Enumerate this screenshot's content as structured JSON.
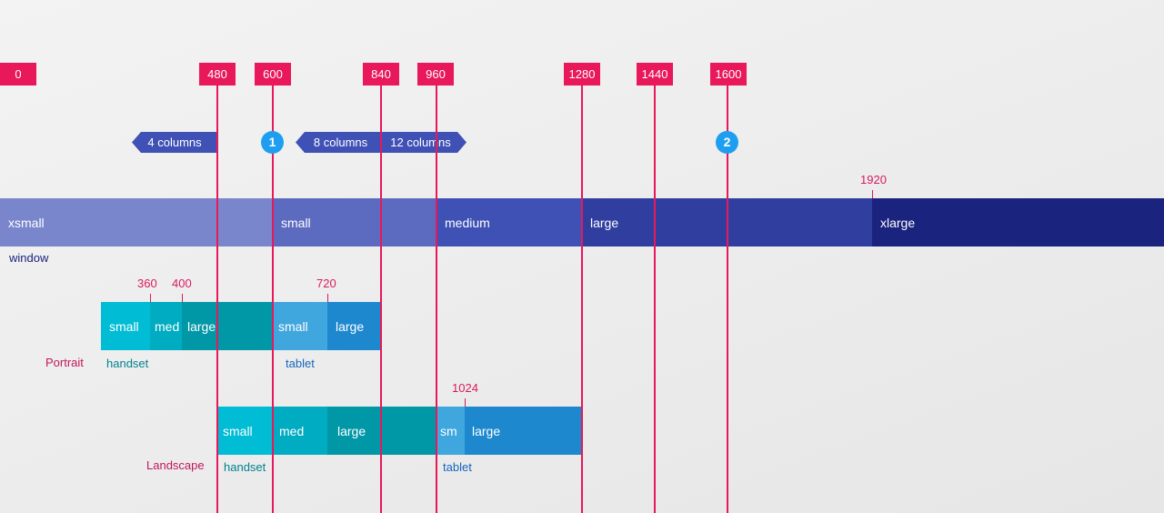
{
  "breakpoints": [
    "0",
    "480",
    "600",
    "840",
    "960",
    "1280",
    "1440",
    "1600"
  ],
  "markers": {
    "window_1920": "1920",
    "portrait_360": "360",
    "portrait_400": "400",
    "portrait_720": "720",
    "landscape_1024": "1024"
  },
  "columns": {
    "four": "4 columns",
    "eight": "8 columns",
    "twelve": "12 columns"
  },
  "notes": {
    "one": "1",
    "two": "2"
  },
  "window": {
    "segments": [
      "xsmall",
      "small",
      "medium",
      "large",
      "xlarge"
    ],
    "caption": "window"
  },
  "portrait": {
    "label": "Portrait",
    "handset_segments": [
      "small",
      "med",
      "large"
    ],
    "tablet_segments": [
      "small",
      "large"
    ],
    "handset_caption": "handset",
    "tablet_caption": "tablet"
  },
  "landscape": {
    "label": "Landscape",
    "handset_segments": [
      "small",
      "med",
      "large"
    ],
    "tablet_segments": [
      "sm",
      "large"
    ],
    "handset_caption": "handset",
    "tablet_caption": "tablet"
  },
  "colors": {
    "breakpoint": "#e8185a",
    "xsmall": "#7986cb",
    "small": "#5c6bc0",
    "medium": "#3f51b5",
    "large": "#303f9f",
    "xlarge": "#1a237e",
    "handset_small": "#00bcd4",
    "handset_med": "#00acc1",
    "handset_large": "#0097a7",
    "tablet_small": "#3fa6de",
    "tablet_large": "#1e88cf"
  }
}
